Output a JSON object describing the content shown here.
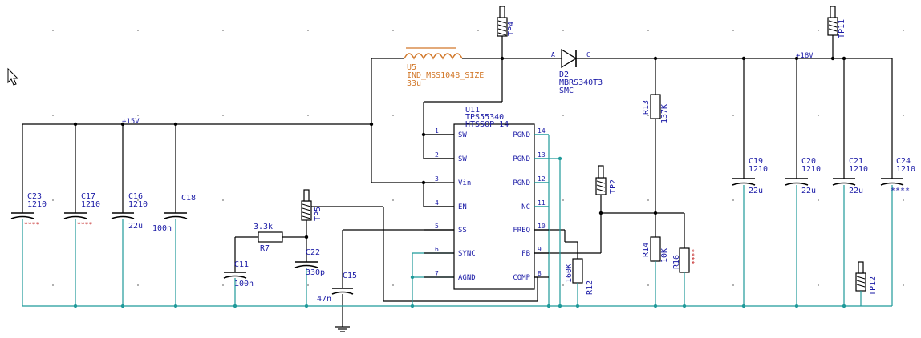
{
  "components": {
    "U5": {
      "ref": "U5",
      "value": "IND_MSS1048_SIZE",
      "val2": "33u"
    },
    "D2": {
      "ref": "D2",
      "value": "MBRS340T3",
      "pkg": "SMC",
      "pin_a": "A",
      "pin_c": "C"
    },
    "U11": {
      "ref": "U11",
      "part": "TPS55340",
      "pkg": "HTSSOP 14"
    },
    "TP4": {
      "ref": "TP4"
    },
    "TP11": {
      "ref": "TP11"
    },
    "TP2": {
      "ref": "TP2"
    },
    "TP5": {
      "ref": "TP5"
    },
    "TP12": {
      "ref": "TP12"
    },
    "R13": {
      "ref": "R13",
      "value": "137K"
    },
    "R14": {
      "ref": "R14",
      "value": "10K"
    },
    "R16": {
      "ref": "R16",
      "value": "****"
    },
    "R12": {
      "ref": "R12",
      "value": "160K"
    },
    "R7": {
      "ref": "R7",
      "value": "3.3k"
    },
    "C23": {
      "ref": "C23",
      "value": "1210",
      "val2": "****"
    },
    "C17": {
      "ref": "C17",
      "value": "1210",
      "val2": "****"
    },
    "C16": {
      "ref": "C16",
      "value": "1210",
      "val2": "22u"
    },
    "C18": {
      "ref": "C18",
      "value": "100n"
    },
    "C11": {
      "ref": "C11",
      "value": "100n"
    },
    "C22": {
      "ref": "C22",
      "value": "330p"
    },
    "C15": {
      "ref": "C15",
      "value": "47n"
    },
    "C19": {
      "ref": "C19",
      "value": "1210",
      "val2": "22u"
    },
    "C20": {
      "ref": "C20",
      "value": "1210",
      "val2": "22u"
    },
    "C21": {
      "ref": "C21",
      "value": "1210",
      "val2": "22u"
    },
    "C24": {
      "ref": "C24",
      "value": "1210",
      "val2": "****"
    }
  },
  "nets": {
    "v15": "+15V",
    "v18": "+18V"
  },
  "ic_pins": {
    "left": [
      {
        "num": "1",
        "name": "SW"
      },
      {
        "num": "2",
        "name": "SW"
      },
      {
        "num": "3",
        "name": "Vin"
      },
      {
        "num": "4",
        "name": "EN"
      },
      {
        "num": "5",
        "name": "SS"
      },
      {
        "num": "6",
        "name": "SYNC"
      },
      {
        "num": "7",
        "name": "AGND"
      }
    ],
    "right": [
      {
        "num": "14",
        "name": "PGND"
      },
      {
        "num": "13",
        "name": "PGND"
      },
      {
        "num": "12",
        "name": "PGND"
      },
      {
        "num": "11",
        "name": "NC"
      },
      {
        "num": "10",
        "name": "FREQ"
      },
      {
        "num": "9",
        "name": "FB"
      },
      {
        "num": "8",
        "name": "COMP"
      }
    ]
  },
  "colors": {
    "wire": "#000000",
    "ground_net": "#1f9a9a",
    "label": "#1a1aa6",
    "inductor": "#d2782a"
  }
}
